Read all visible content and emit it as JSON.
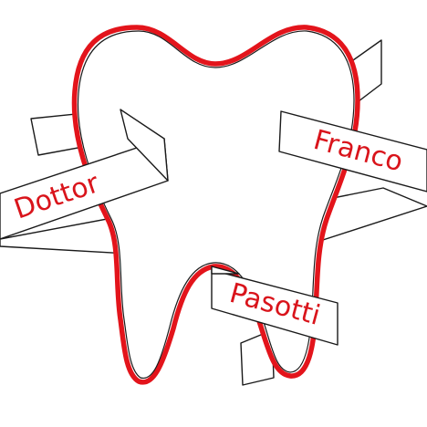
{
  "logo": {
    "words": {
      "first": "Dottor",
      "second": "Franco",
      "third": "Pasotti"
    },
    "colors": {
      "outline": "#e3141b",
      "stroke": "#1a1a1a",
      "text": "#d9141b",
      "background": "#ffffff"
    },
    "icon": "tooth-icon"
  }
}
